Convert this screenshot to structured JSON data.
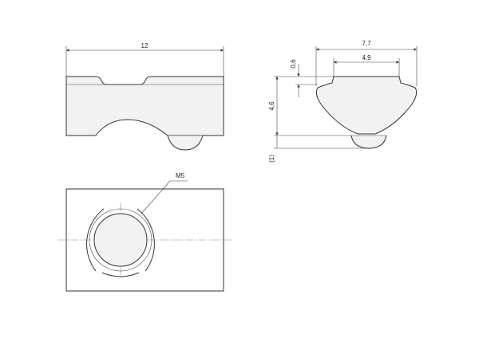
{
  "drawing": {
    "dimensions": {
      "top_width": "12",
      "side_width": "7,7",
      "side_inner_width": "4,9",
      "side_lip_height": "0,6",
      "side_height": "4,6",
      "side_ball_height": "(1)",
      "thread": "M5"
    },
    "colors": {
      "line": "#333333",
      "face_fill": "#f2f2f2",
      "background": "#ffffff"
    }
  }
}
